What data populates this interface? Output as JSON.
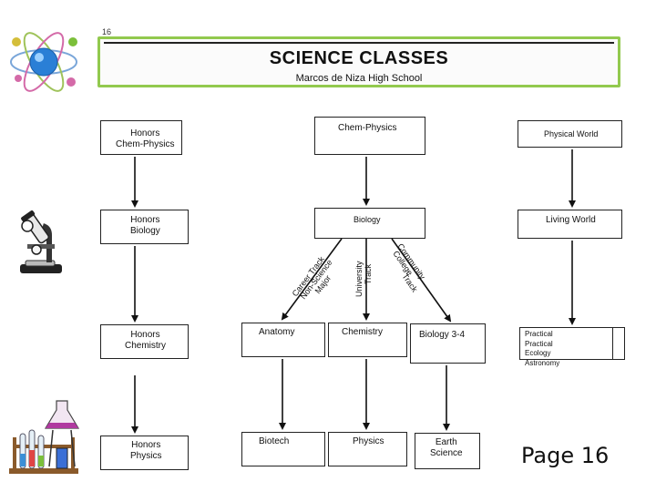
{
  "page": {
    "corner_number": "16",
    "title": "SCIENCE CLASSES",
    "subtitle": "Marcos de Niza High School",
    "page_label": "Page 16"
  },
  "boxes": {
    "honors_chem_physics": "Honors\nChem-Physics",
    "chem_physics": "Chem-Physics",
    "physical_world": "Physical World",
    "honors_biology": "Honors\nBiology",
    "biology": "Biology",
    "living_world": "Living World",
    "honors_chemistry": "Honors\nChemistry",
    "anatomy": "Anatomy",
    "chemistry": "Chemistry",
    "biology_3_4": "Biology 3-4",
    "practical": "Practical\nPractical\nEcology\nAstronomy",
    "honors_physics": "Honors\nPhysics",
    "biotech": "Biotech",
    "physics": "Physics",
    "earth_science": "Earth\nScience"
  },
  "tracks": {
    "career": "Career Track",
    "non_science": "Non-Science",
    "major": "Major",
    "university": "University",
    "track": "Track",
    "community": "Community",
    "college": "College",
    "track_2": "Track"
  },
  "icons": [
    "atom-icon",
    "microscope-icon",
    "lab-flask-icon"
  ],
  "colors": {
    "banner_border": "#92c94e",
    "atom_core": "#2a7fd6"
  }
}
